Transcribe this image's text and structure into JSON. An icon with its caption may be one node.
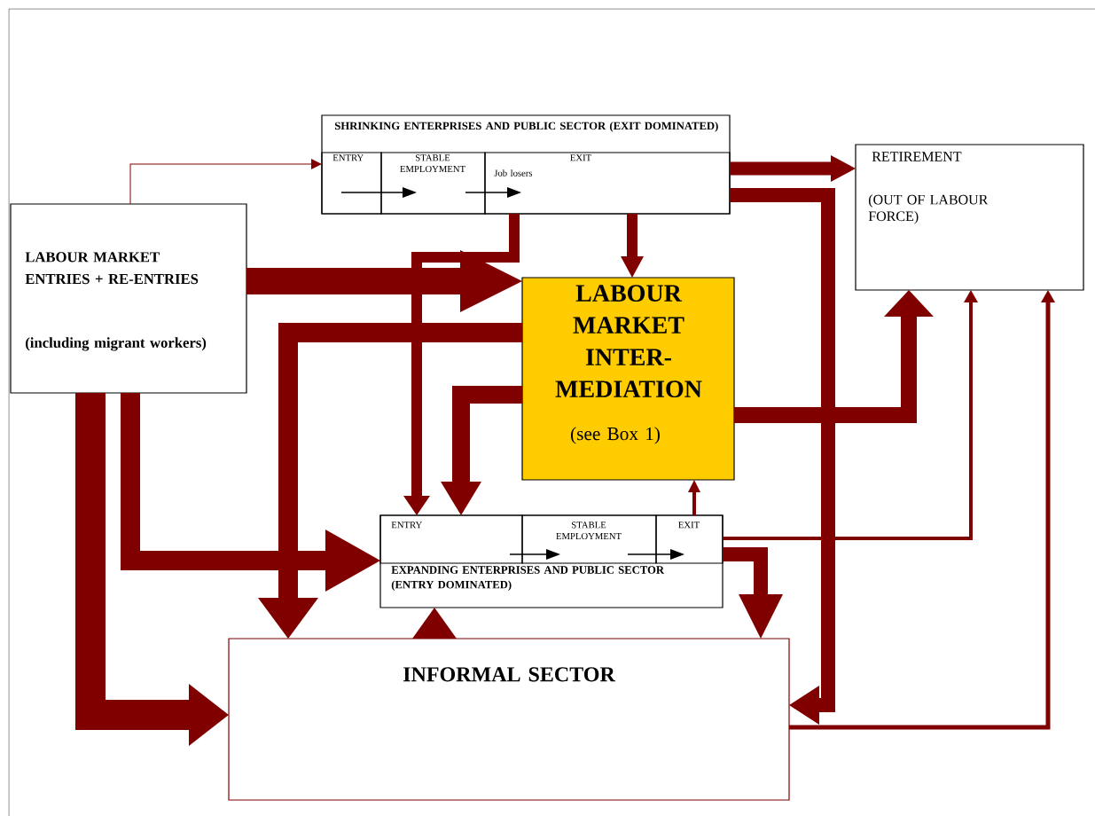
{
  "diagram": {
    "nodes": [
      {
        "text": [
          "SHRINKING ENTERPRISES AND PUBLIC SECTOR (EXIT DOMINATED)"
        ]
      },
      {
        "text": [
          "ENTRY"
        ],
        "in": 0
      },
      {
        "text": [
          "STABLE EMPLOYMENT"
        ],
        "in": 0
      },
      {
        "text": [
          "EXIT",
          "Job losers"
        ],
        "in": 0
      },
      {
        "text": [
          "RETIREMENT",
          "(OUT OF LABOUR FORCE)"
        ]
      },
      {
        "text": [
          "LABOUR MARKET ENTRIES + RE-ENTRIES",
          "(including migrant workers)"
        ]
      },
      {
        "text": [
          "LABOUR MARKET INTER- MEDIATION",
          "(see Box 1)"
        ]
      },
      {
        "text": [
          "EXPANDING ENTERPRISES AND PUBLIC SECTOR (ENTRY DOMINATED)"
        ]
      },
      {
        "text": [
          "ENTRY"
        ],
        "in": 7
      },
      {
        "text": [
          "STABLE EMPLOYMENT"
        ],
        "in": 7
      },
      {
        "text": [
          "EXIT"
        ],
        "in": 7
      },
      {
        "text": [
          "INFORMAL SECTOR"
        ]
      }
    ],
    "edges": [
      {
        "from": 5,
        "to": 1,
        "arrow": "to"
      },
      {
        "from": 3,
        "to": 4,
        "arrow": "to"
      },
      {
        "from": 3,
        "to": 6,
        "arrow": "to"
      },
      {
        "from": 3,
        "to": 8,
        "arrow": "to"
      },
      {
        "from": 3,
        "to": 11,
        "arrow": "to"
      },
      {
        "from": 5,
        "to": 6,
        "arrow": "to",
        "style": "thick"
      },
      {
        "from": 6,
        "to": 11,
        "arrow": "to",
        "style": "thick"
      },
      {
        "from": 6,
        "to": 8,
        "arrow": "to"
      },
      {
        "from": 6,
        "to": 4,
        "arrow": "to"
      },
      {
        "from": 5,
        "to": 8,
        "arrow": "to",
        "style": "thick"
      },
      {
        "from": 5,
        "to": 11,
        "arrow": "to",
        "style": "thick"
      },
      {
        "from": 10,
        "to": 6,
        "arrow": "to"
      },
      {
        "from": 10,
        "to": 4,
        "arrow": "to"
      },
      {
        "from": 10,
        "to": 11,
        "arrow": "to"
      },
      {
        "from": 11,
        "to": 7,
        "arrow": "to",
        "style": "thick"
      },
      {
        "from": 11,
        "to": 4,
        "arrow": "to"
      },
      {
        "from": 1,
        "to": 2,
        "arrow": "to",
        "color": "#000000"
      },
      {
        "from": 2,
        "to": 3,
        "arrow": "to",
        "color": "#000000"
      },
      {
        "from": 8,
        "to": 9,
        "arrow": "to",
        "color": "#000000"
      },
      {
        "from": 9,
        "to": 10,
        "arrow": "to",
        "color": "#000000"
      }
    ]
  }
}
